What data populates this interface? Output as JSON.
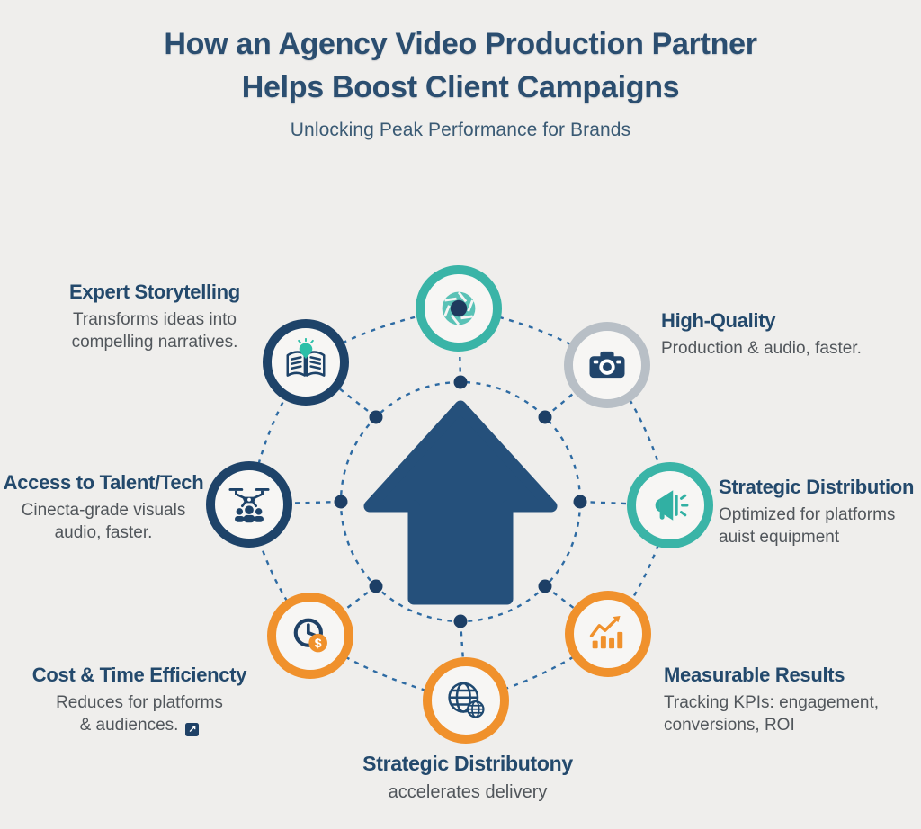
{
  "header": {
    "title_line1": "How an Agency Video Production Partner",
    "title_line2": "Helps Boost Client Campaigns",
    "subtitle": "Unlocking Peak Performance for Brands"
  },
  "palette": {
    "background": "#efeeec",
    "navy": "#1e4369",
    "teal": "#3ab4a7",
    "orange": "#f0912c",
    "gray_ring": "#b8bfc6",
    "title_text": "#2b4e70",
    "body_text": "#51565b",
    "dash_line": "#2e6ba3",
    "arrow_fill": "#25507b"
  },
  "center": {
    "icon": "up-arrow-icon"
  },
  "spokes": {
    "top": {
      "icon": "camera-aperture-icon",
      "ring": "#3ab4a7"
    },
    "top_left": {
      "icon": "storybook-idea-icon",
      "ring": "#1e4369",
      "title": "Expert Storytelling",
      "line1": "Transforms ideas into",
      "line2": "compelling narratives."
    },
    "top_right": {
      "icon": "photo-camera-icon",
      "ring": "#b8bfc6",
      "title": "High-Quality",
      "line1": "Production & audio, faster."
    },
    "left": {
      "icon": "drone-team-icon",
      "ring": "#1e4369",
      "title": "Access to Talent/Tech",
      "line1": "Cinecta-grade visuals",
      "line2": "audio, faster."
    },
    "right": {
      "icon": "megaphone-icon",
      "ring": "#3ab4a7",
      "title": "Strategic Distribution",
      "line1": "Optimized for platforms",
      "line2": "auist equipment"
    },
    "bottom_left": {
      "icon": "clock-dollar-icon",
      "ring": "#f0912c",
      "title": "Cost & Time Efficiencty",
      "line1": "Reduces for platforms",
      "line2": "& audiences.",
      "link_arrow": "↗"
    },
    "bottom_right": {
      "icon": "growth-chart-icon",
      "ring": "#f0912c",
      "title": "Measurable Results",
      "line1": "Tracking KPIs: engagement,",
      "line2": "conversions, ROI"
    },
    "bottom": {
      "icon": "globe-network-icon",
      "ring": "#f0912c",
      "title": "Strategic Distributony",
      "line1": "accelerates delivery"
    }
  }
}
